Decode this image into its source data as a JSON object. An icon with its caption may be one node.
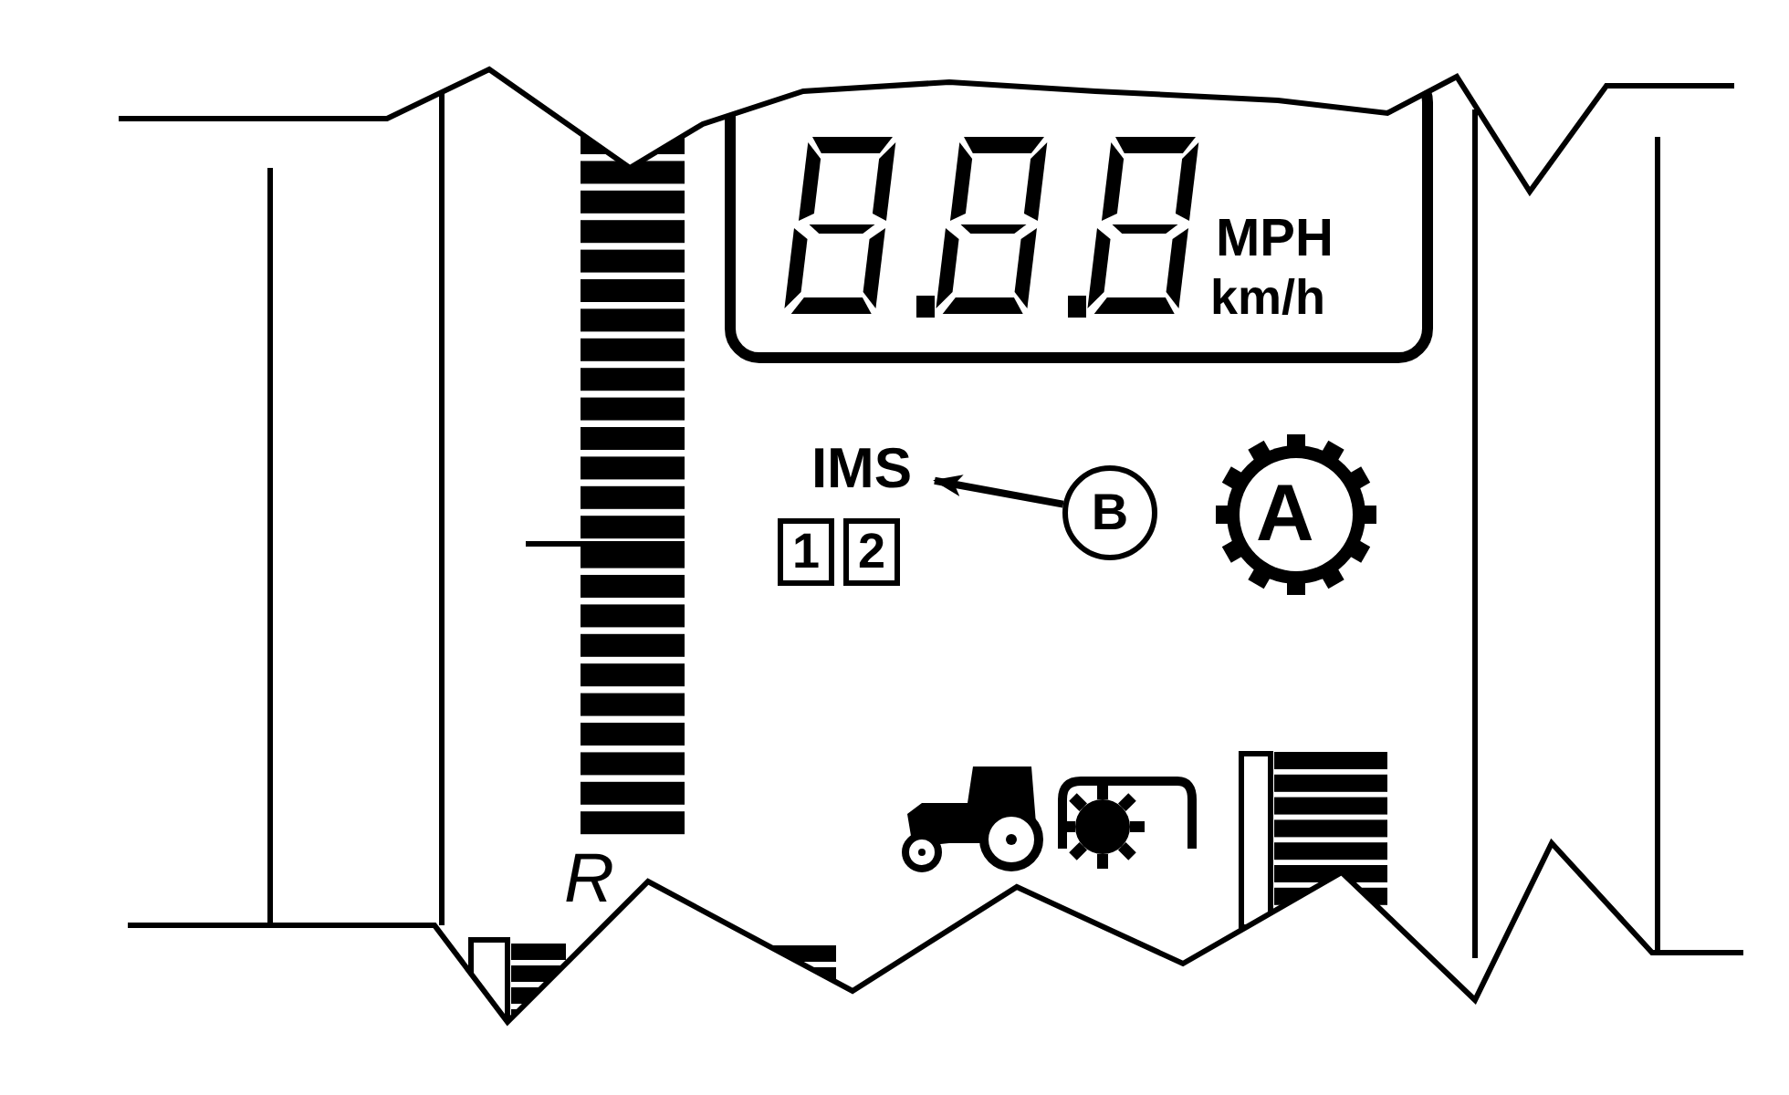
{
  "diagram": {
    "nodes": [
      {
        "text": [
          "IMS"
        ]
      },
      {
        "text": [
          "B"
        ]
      }
    ],
    "edges": [
      {
        "from": 1,
        "to": 0,
        "arrow": "to"
      }
    ],
    "labels": [
      "MPH",
      "km/h",
      "1",
      "2",
      "A",
      "R"
    ]
  }
}
